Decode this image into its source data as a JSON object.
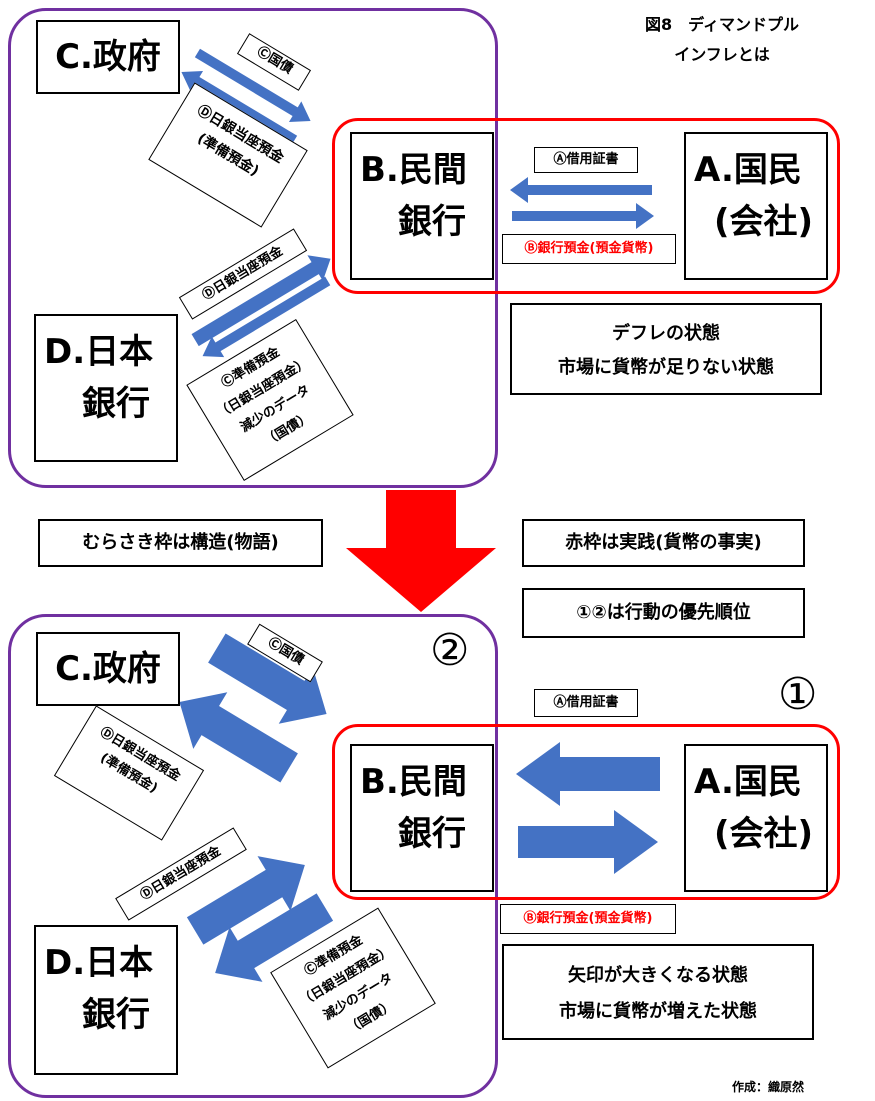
{
  "figure": {
    "title_line1": "図8　ディマンドプル",
    "title_line2": "インフレとは",
    "author": "作成：織原然"
  },
  "entities": {
    "government": "C.政府",
    "private_bank_line1": "B.民間",
    "private_bank_line2": "銀行",
    "citizens_line1": "A.国民",
    "citizens_line2": "(会社)",
    "boj_line1": "D.日本",
    "boj_line2": "銀行"
  },
  "flows": {
    "loan_certificate": "Ⓐ借用証書",
    "bank_deposit": "Ⓑ銀行預金(預金貨幣)",
    "government_bonds": "Ⓒ国債",
    "boj_current_deposit": "Ⓓ日銀当座預金",
    "reserve_deposit": "(準備預金)",
    "reserve_data_line1": "Ⓒ準備預金",
    "reserve_data_line2": "（日銀当座預金）",
    "reserve_data_line3": "減少のデータ",
    "reserve_data_line4": "（国債）"
  },
  "notes": {
    "deflation_line1": "デフレの状態",
    "deflation_line2": "市場に貨幣が足りない状態",
    "purple_frame": "むらさき枠は構造(物語)",
    "red_frame": "赤枠は実践(貨幣の事実)",
    "priority": "①②は行動の優先順位",
    "inflation_line1": "矢印が大きくなる状態",
    "inflation_line2": "市場に貨幣が増えた状態"
  },
  "markers": {
    "one": "①",
    "two": "②"
  },
  "colors": {
    "purple_frame": "#7030a0",
    "red_frame": "#ff0000",
    "arrow_blue": "#4472c4",
    "big_arrow_red": "#ff0000",
    "deposit_text": "#ff0000"
  }
}
